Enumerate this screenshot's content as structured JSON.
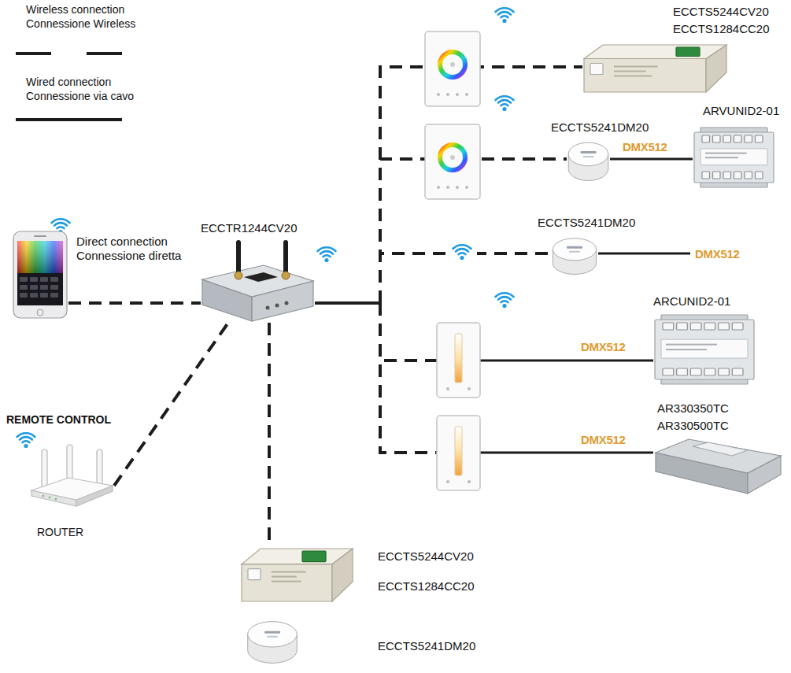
{
  "diagram": {
    "nodes": [
      {
        "text": [
          "Direct connection Connessione diretta"
        ]
      },
      {
        "text": [
          "ECCTR1244CV20"
        ]
      },
      {
        "text": [
          "REMOTE CONTROL",
          "ROUTER"
        ]
      },
      {
        "text": [
          "ECCTS5244CV20",
          "ECCTS1284CC20"
        ]
      },
      {
        "text": [
          "ECCTS5241DM20"
        ]
      },
      {
        "text": [
          "ARVUNID2-01"
        ]
      },
      {
        "text": [
          "ECCTS5241DM20"
        ]
      },
      {
        "text": [
          "ARCUNID2-01"
        ]
      },
      {
        "text": [
          "AR330350TC",
          "AR330500TC"
        ]
      },
      {
        "text": [
          "ECCTS5244CV20",
          "ECCTS1284CC20"
        ]
      },
      {
        "text": [
          "ECCTS5241DM20"
        ]
      }
    ],
    "edges": [
      {
        "from": 0,
        "to": 1,
        "arrow": "none"
      },
      {
        "from": 2,
        "to": 1,
        "arrow": "none"
      },
      {
        "from": 1,
        "to": 3,
        "arrow": "none"
      },
      {
        "from": 1,
        "to": 4,
        "arrow": "none"
      },
      {
        "from": 4,
        "to": 5,
        "label": "DMX512",
        "arrow": "none"
      },
      {
        "from": 1,
        "to": 6,
        "arrow": "none"
      },
      {
        "from": 1,
        "to": 7,
        "label": "DMX512",
        "arrow": "none"
      },
      {
        "from": 1,
        "to": 8,
        "label": "DMX512",
        "arrow": "none"
      },
      {
        "from": 1,
        "to": 9,
        "arrow": "none"
      }
    ],
    "labels": [
      "DMX512"
    ],
    "legend": [
      {
        "text": "Wireless connection Connessione Wireless"
      },
      {
        "text": "Wired connection Connessione via cavo"
      }
    ]
  }
}
